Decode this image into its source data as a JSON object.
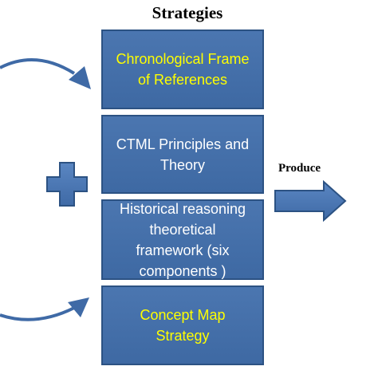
{
  "title": "Strategies",
  "boxes": [
    {
      "text": "Chronological Frame\nof References",
      "text_color": "#ffff00"
    },
    {
      "text": "CTML Principles and\nTheory",
      "text_color": "#ffffff"
    },
    {
      "text": "Historical reasoning\ntheoretical\nframework (six\ncomponents )",
      "text_color": "#ffffff"
    },
    {
      "text": "Concept Map\nStrategy",
      "text_color": "#ffff00"
    }
  ],
  "produce_label": "Produce",
  "colors": {
    "box_fill": "#4472c4",
    "box_border": "#2c5283",
    "arrow_fill": "#4a78b5"
  },
  "icons": [
    "plus-icon",
    "curved-arrow-icon",
    "right-arrow-icon"
  ]
}
